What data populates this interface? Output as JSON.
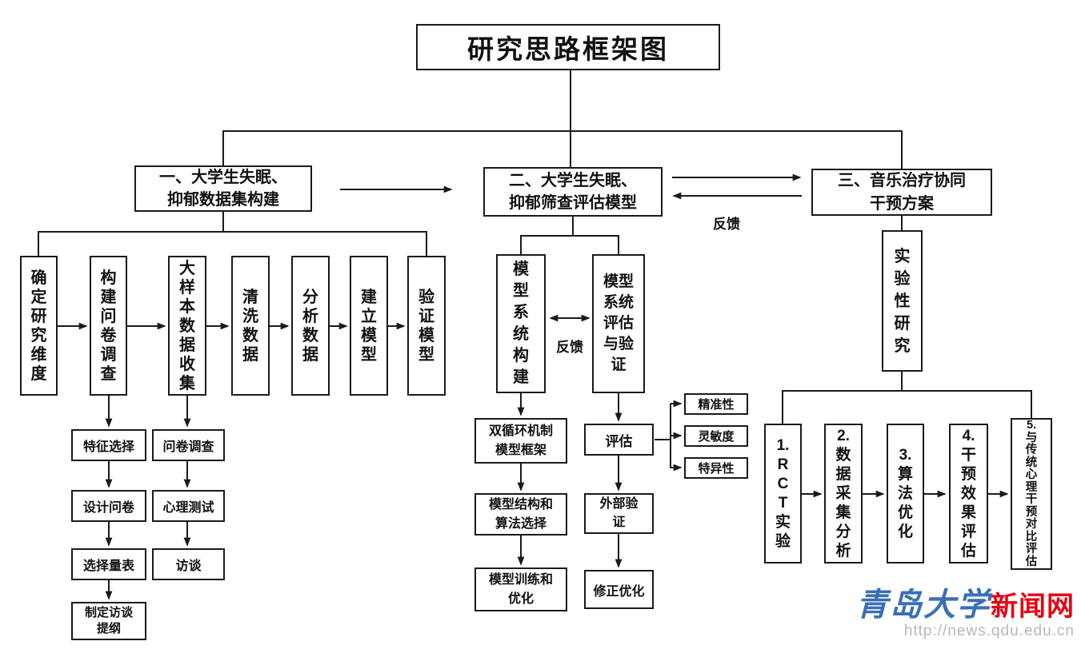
{
  "title": "研究思路框架图",
  "branch1": {
    "label": "一、大学生失眠、抑郁数据集构建",
    "steps": [
      "确定研究维度",
      "构建问卷调查",
      "大样本数据收集",
      "清洗数据",
      "分析数据",
      "建立模型",
      "验证模型"
    ],
    "survey_chain": [
      "特征选择",
      "设计问卷",
      "选择量表",
      "制定访谈提纲"
    ],
    "collection_chain": [
      "问卷调查",
      "心理测试",
      "访谈"
    ]
  },
  "branch2": {
    "label": "二、大学生失眠、抑郁筛查评估模型",
    "construction": "模型系统构建",
    "evaluation": "模型系统评估与验证",
    "inner_feedback_label": "反馈",
    "construction_chain": [
      "双循环机制模型框架",
      "模型结构和算法选择",
      "模型训练和优化"
    ],
    "evaluation_chain": [
      "评估",
      "外部验证",
      "修正优化"
    ],
    "metrics": [
      "精准性",
      "灵敏度",
      "特异性"
    ]
  },
  "branch3": {
    "label": "三、音乐治疗协同干预方案",
    "experiment": "实验性研究",
    "steps": [
      "1.RCT实验",
      "2.数据采集分析",
      "3.算法优化",
      "4.干预效果评估",
      "5.与传统心理干预对比评估"
    ]
  },
  "feedback_label": "反馈",
  "watermark": {
    "university": "青岛大学",
    "site": "新闻网",
    "url": "http://news.qdu.edu.cn"
  },
  "colors": {
    "line": "#1a1a1a",
    "logo_blue": "#3a6fb7",
    "logo_red": "#e60012",
    "url_gray": "#b8b8b8"
  }
}
